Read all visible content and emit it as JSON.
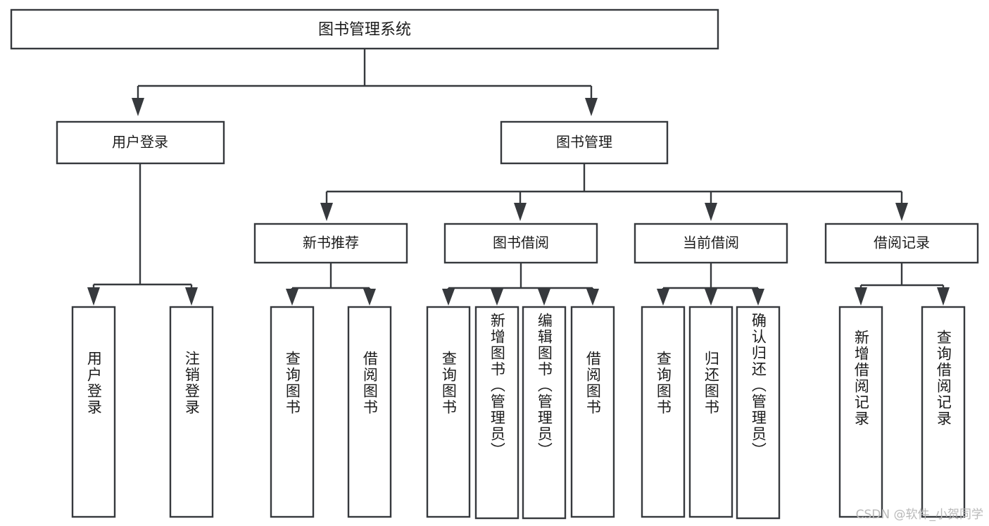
{
  "diagram": {
    "type": "tree",
    "title_node": {
      "label": "图书管理系统"
    },
    "level2": [
      {
        "id": "user-login",
        "label": "用户登录"
      },
      {
        "id": "book-management",
        "label": "图书管理"
      }
    ],
    "level3": [
      {
        "id": "new-book-recommend",
        "label": "新书推荐",
        "parent": "book-management"
      },
      {
        "id": "book-borrow",
        "label": "图书借阅",
        "parent": "book-management"
      },
      {
        "id": "current-borrow",
        "label": "当前借阅",
        "parent": "book-management"
      },
      {
        "id": "borrow-record",
        "label": "借阅记录",
        "parent": "book-management"
      }
    ],
    "leaves": [
      {
        "id": "leaf-user-login",
        "label": "用户登录",
        "parent": "user-login"
      },
      {
        "id": "leaf-logout-login",
        "label": "注销登录",
        "parent": "user-login"
      },
      {
        "id": "leaf-query-book-1",
        "label": "查询图书",
        "parent": "new-book-recommend"
      },
      {
        "id": "leaf-borrow-book-1",
        "label": "借阅图书",
        "parent": "new-book-recommend"
      },
      {
        "id": "leaf-query-book-2",
        "label": "查询图书",
        "parent": "book-borrow"
      },
      {
        "id": "leaf-add-book",
        "label": "新增图书（管理员）",
        "parent": "book-borrow"
      },
      {
        "id": "leaf-edit-book",
        "label": "编辑图书（管理员）",
        "parent": "book-borrow"
      },
      {
        "id": "leaf-borrow-book-2",
        "label": "借阅图书",
        "parent": "book-borrow"
      },
      {
        "id": "leaf-query-book-3",
        "label": "查询图书",
        "parent": "current-borrow"
      },
      {
        "id": "leaf-return-book",
        "label": "归还图书",
        "parent": "current-borrow"
      },
      {
        "id": "leaf-confirm-return",
        "label": "确认归还（管理员）",
        "parent": "current-borrow"
      },
      {
        "id": "leaf-add-record",
        "label": "新增借阅记录",
        "parent": "borrow-record"
      },
      {
        "id": "leaf-query-record",
        "label": "查询借阅记录",
        "parent": "borrow-record"
      }
    ],
    "colors": {
      "stroke": "#36393d",
      "fill": "#ffffff",
      "text": "#1b1b1b",
      "watermark": "#b9b9b9"
    }
  },
  "watermark": {
    "text": "CSDN @软件_小贺同学"
  }
}
